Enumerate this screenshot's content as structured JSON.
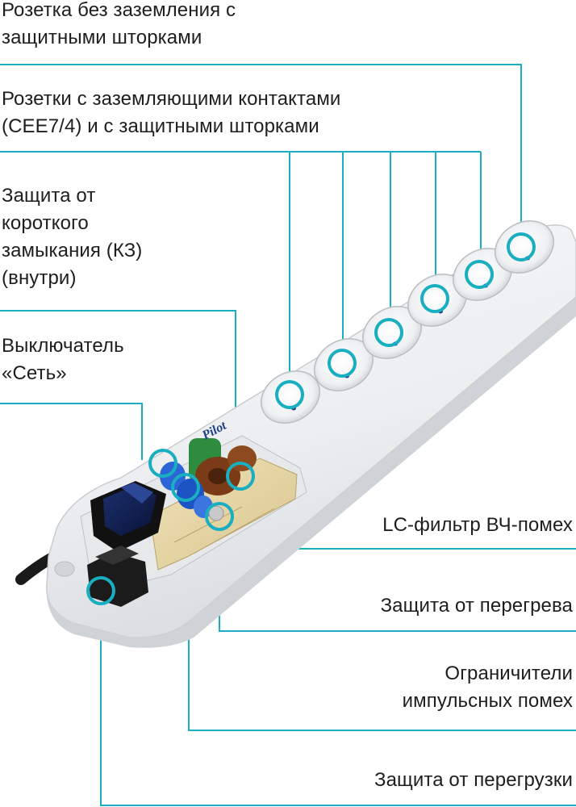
{
  "accent_color": "#19aec0",
  "labels": {
    "sockets_no_ground": [
      "Розетка без заземления с",
      "защитными шторками"
    ],
    "sockets_ground": [
      "Розетки с заземляющими контактами",
      "(CEE7/4) и с защитными шторками"
    ],
    "short_circuit": [
      "Защита от",
      "короткого",
      "замыкания (КЗ)",
      "(внутри)"
    ],
    "switch": [
      "Выключатель",
      "«Сеть»"
    ],
    "lc_filter": "LC-фильтр ВЧ-помех",
    "overheat": "Защита от перегрева",
    "surge": [
      "Ограничители",
      "импульсных помех"
    ],
    "overload": "Защита от перегрузки"
  },
  "brand_logo_text": "Pilot"
}
